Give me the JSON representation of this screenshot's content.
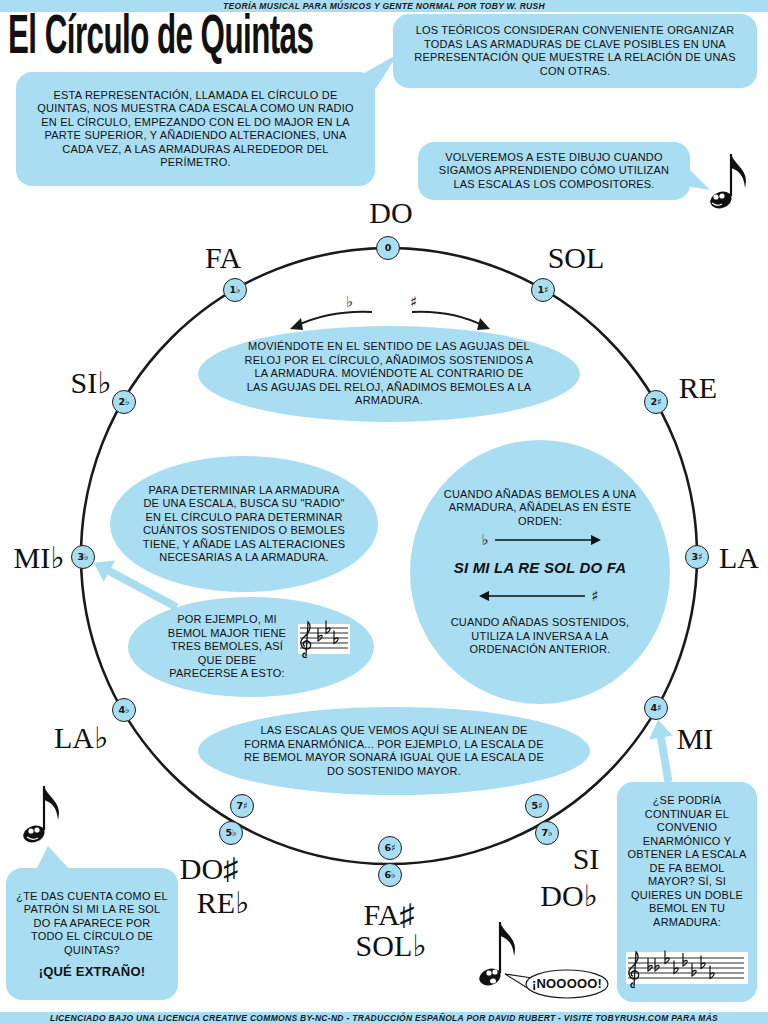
{
  "diagram": {
    "title": "El Círculo de Quintas",
    "nodes": [
      {
        "text": [
          "LOS TEÓRICOS CONSIDERAN CONVENIENTE ORGANIZAR TODAS LAS ARMADURAS DE CLAVE POSIBLES EN UNA REPRESENTACIÓN QUE MUESTRE LA RELACIÓN DE UNAS CON OTRAS."
        ]
      },
      {
        "text": [
          "ESTA REPRESENTACIÓN, LLAMADA EL CÍRCULO DE QUINTAS, NOS MUESTRA CADA ESCALA COMO UN RADIO EN EL CÍRCULO, EMPEZANDO CON EL DO MAJOR EN LA PARTE SUPERIOR, Y AÑADIENDO ALTERACIONES, UNA CADA VEZ, A LAS ARMADURAS ALREDEDOR DEL PERÍMETRO."
        ]
      },
      {
        "text": [
          "VOLVEREMOS A ESTE DIBUJO CUANDO SIGAMOS APRENDIENDO CÓMO UTILIZAN LAS ESCALAS LOS COMPOSITORES."
        ]
      },
      {
        "text": [
          "DO",
          "0"
        ]
      },
      {
        "text": [
          "FA",
          "1♭"
        ]
      },
      {
        "text": [
          "SOL",
          "1♯"
        ]
      },
      {
        "text": [
          "MOVIÉNDOTE EN EL SENTIDO DE LAS AGUJAS DEL RELOJ POR EL CÍRCULO, AÑADIMOS SOSTENIDOS A LA ARMADURA. MOVIÉNDOTE AL CONTRARIO DE LAS AGUJAS DEL RELOJ, AÑADIMOS BEMOLES A LA ARMADURA."
        ]
      },
      {
        "text": [
          "SI♭",
          "2♭"
        ]
      },
      {
        "text": [
          "RE",
          "2♯"
        ]
      },
      {
        "text": [
          "PARA DETERMINAR LA ARMADURA DE UNA ESCALA, BUSCA SU \"RADIO\" EN EL CÍRCULO PARA DETERMINAR CUÁNTOS SOSTENIDOS O BEMOLES TIENE, Y AÑADE LAS ALTERACIONES NECESARIAS A LA ARMADURA."
        ]
      },
      {
        "text": [
          "CUANDO AÑADAS BEMOLES A UNA ARMADURA, AÑÁDELAS EN ÉSTE ORDEN:",
          "♭",
          "SI MI LA RE SOL DO FA",
          "♯",
          "CUANDO AÑADAS SOSTENIDOS, UTILIZA LA INVERSA A LA ORDENACIÓN ANTERIOR."
        ]
      },
      {
        "text": [
          "MI♭",
          "3♭"
        ]
      },
      {
        "text": [
          "LA",
          "3♯"
        ]
      },
      {
        "text": [
          "POR EJEMPLO, MI BEMOL MAJOR TIENE TRES BEMOLES, ASÍ QUE DEBE PARECERSE A ESTO:"
        ]
      },
      {
        "text": [
          "LA♭",
          "4♭"
        ]
      },
      {
        "text": [
          "MI",
          "4♯"
        ]
      },
      {
        "text": [
          "LAS ESCALAS QUE VEMOS AQUÍ SE ALINEAN DE FORMA ENARMÓNICA... POR EJEMPLO, LA ESCALA DE RE BEMOL MAYOR SONARÁ IGUAL QUE LA ESCALA DE DO SOSTENIDO MAYOR."
        ]
      },
      {
        "text": [
          "DO♯",
          "7♯"
        ]
      },
      {
        "text": [
          "RE♭",
          "5♭"
        ]
      },
      {
        "text": [
          "SI",
          "5♯"
        ]
      },
      {
        "text": [
          "DO♭",
          "7♭"
        ]
      },
      {
        "text": [
          "FA♯",
          "6♯"
        ]
      },
      {
        "text": [
          "SOL♭",
          "6♭"
        ]
      },
      {
        "text": [
          "¿TE DAS CUENTA COMO EL PATRÓN SI MI LA RE SOL DO FA APARECE POR TODO EL CÍRCULO DE QUINTAS?",
          "¡QUÉ EXTRAÑO!"
        ]
      },
      {
        "text": [
          "¿SE PODRÍA CONTINUAR EL CONVENIO ENARMÓNICO Y OBTENER LA ESCALA DE FA BEMOL MAYOR? SÍ, SI QUIERES UN DOBLE BEMOL EN TU ARMADURA:"
        ]
      },
      {
        "text": [
          "¡NOOOOO!"
        ]
      }
    ],
    "edges": [
      {
        "from": 13,
        "to": 11,
        "arrow": "to"
      },
      {
        "from": 24,
        "to": 15,
        "arrow": "to"
      }
    ],
    "labels": [
      "TEORÍA MUSICAL PARA MÚSICOS Y GENTE NORMAL POR TOBY W. RUSH",
      "♭",
      "♯",
      "LICENCIADO BAJO UNA LICENCIA CREATIVE COMMONS BY-NC-ND - TRADUCCIÓN ESPAÑOLA POR DAVID RUBERT - VISITE TOBYRUSH.COM PARA MÁS"
    ]
  }
}
